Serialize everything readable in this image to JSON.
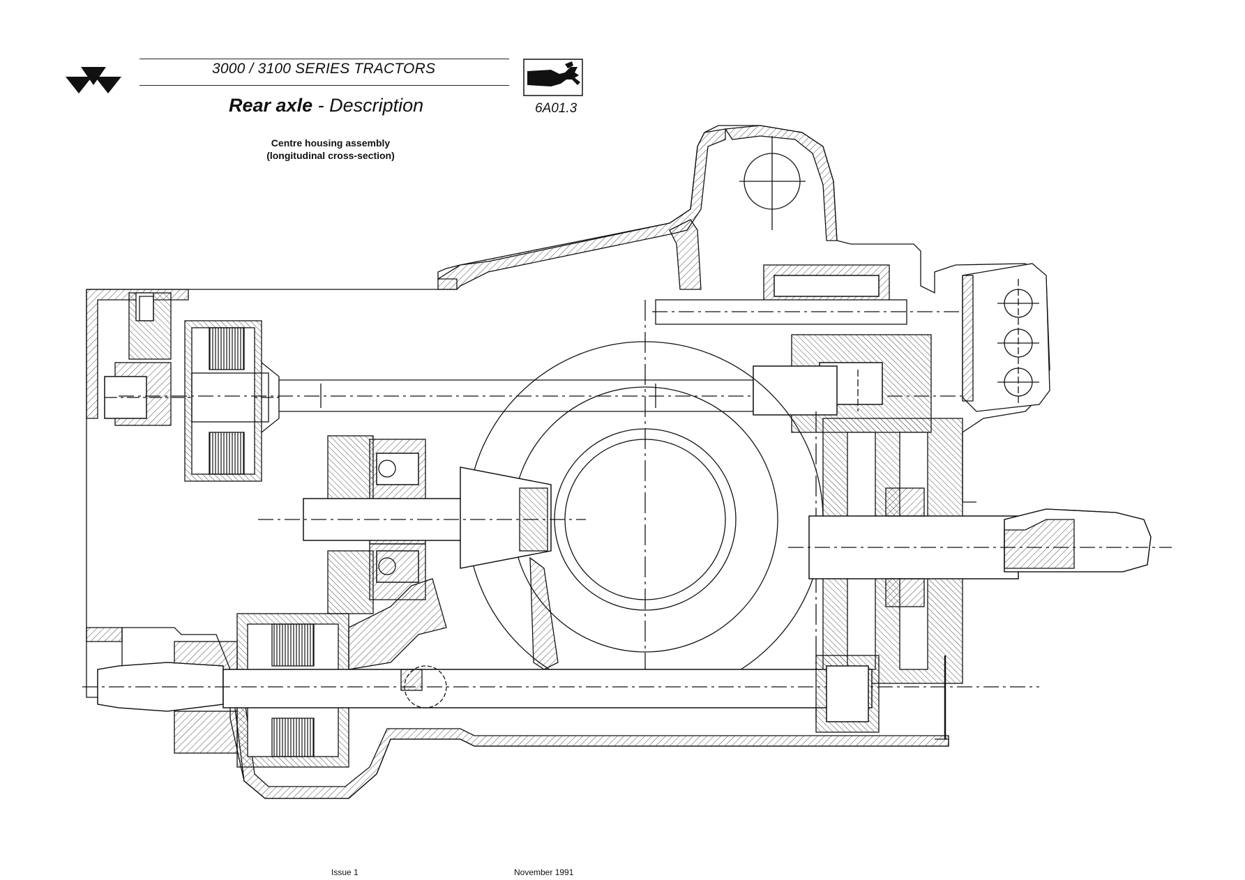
{
  "header": {
    "series": "3000 / 3100  SERIES TRACTORS",
    "section_bold": "Rear axle",
    "section_rest": " - Description",
    "page_code": "6A01.3"
  },
  "figure": {
    "caption_line1": "Centre housing assembly",
    "caption_line2": "(longitudinal cross-section)"
  },
  "footer": {
    "issue": "Issue 1",
    "date": "November 1991"
  },
  "icons": {
    "logo": "triple-triangle-logo",
    "section_icon": "hand-wrench-icon"
  }
}
